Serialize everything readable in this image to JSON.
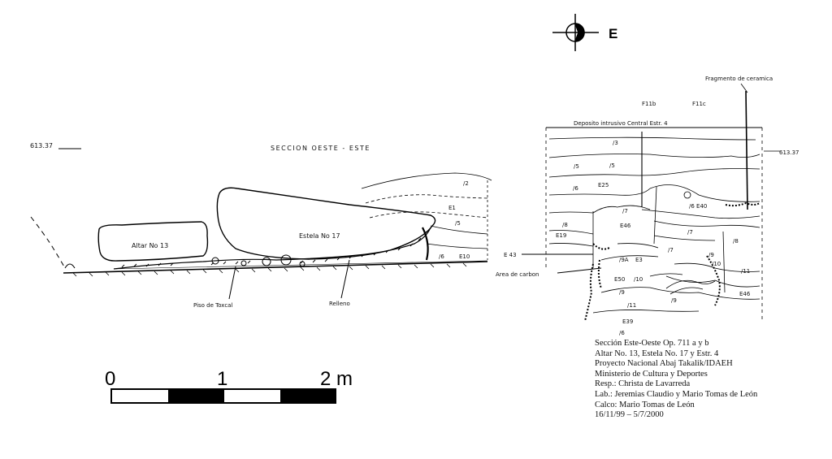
{
  "compass": {
    "direction_label": "E"
  },
  "section": {
    "title": "SECCION OESTE - ESTE",
    "elevation_left": "613.37",
    "elevation_right": "613.37"
  },
  "monuments": {
    "altar": "Altar No 13",
    "stela": "Estela No 17"
  },
  "floor_labels": {
    "piso": "Piso de Toxcal",
    "relleno": "Relleno"
  },
  "profile_labels": {
    "fragmento": "Fragmento de ceramica",
    "f11b": "F11b",
    "f11c": "F11c",
    "deposito": "Deposito intrusivo Central Estr. 4",
    "area_carbon": "Area de carbon",
    "e43": "E 43",
    "layers": [
      "/2",
      "E1",
      "/5",
      "/6",
      "E10",
      "/3",
      "/5",
      "/5",
      "E25",
      "/6",
      "/7",
      "E46",
      "/8",
      "E19",
      "/7",
      "/6 E40",
      "/7",
      "/8",
      "/9",
      "E3",
      "/9A",
      "E50",
      "/10",
      "/9",
      "/9",
      "/10",
      "/11",
      "E46",
      "/11",
      "E39",
      "/6"
    ]
  },
  "scale_bar": {
    "labels": [
      "0",
      "1",
      "2 m"
    ]
  },
  "caption": {
    "lines": [
      "Sección Este-Oeste Op. 711 a y b",
      "Altar No. 13, Estela No. 17 y Estr. 4",
      "Proyecto Nacional Abaj Takalik/IDAEH",
      "Ministerio de Cultura y Deportes",
      "Resp.: Christa de Lavarreda",
      "Lab.: Jeremias Claudio y Mario Tomas de León",
      "Calco: Mario Tomas de León",
      "16/11/99 – 5/7/2000"
    ]
  }
}
